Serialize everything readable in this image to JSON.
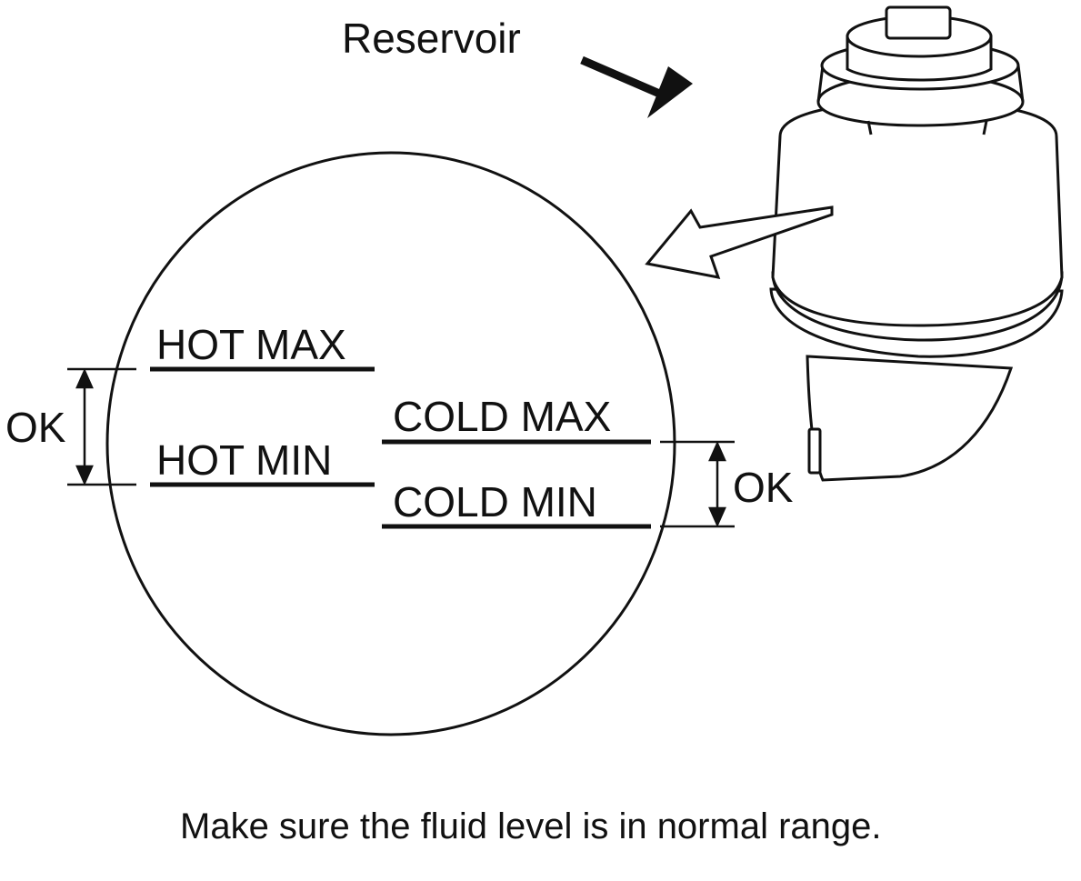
{
  "reservoir_label": "Reservoir",
  "hot_max_label": "HOT MAX",
  "hot_min_label": "HOT MIN",
  "cold_max_label": "COLD MAX",
  "cold_min_label": "COLD MIN",
  "ok_left_label": "OK",
  "ok_right_label": "OK",
  "caption": "Make sure the fluid level is in normal range."
}
